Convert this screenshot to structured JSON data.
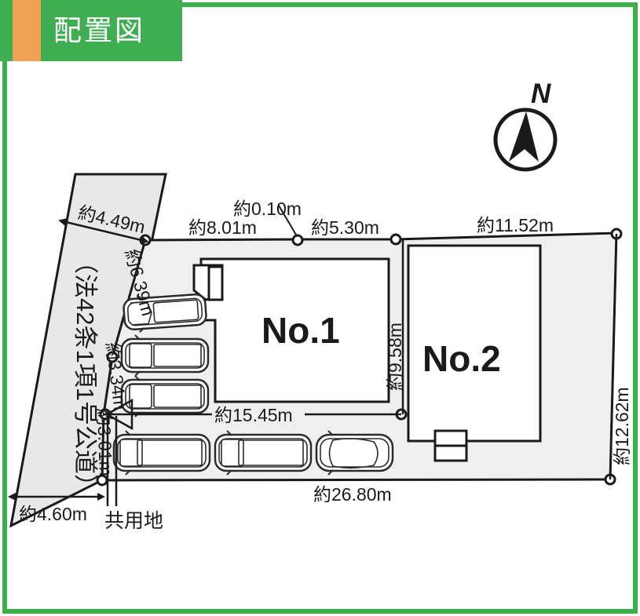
{
  "header": {
    "title": "配置図",
    "banner_color": "#3fae52",
    "stripe_color": "#eda253",
    "frame_color": "#3aaf4a"
  },
  "compass": {
    "north_letter": "N",
    "icon": "compass-north-arrow-icon"
  },
  "parcels": [
    {
      "id": "no1",
      "label": "No.1"
    },
    {
      "id": "no2",
      "label": "No.2"
    }
  ],
  "road": {
    "label": "（法42条1項1号公道）",
    "fill_color": "#e8e8e8"
  },
  "notes": {
    "common_land": "共用地"
  },
  "dimensions": {
    "top_left_diag": "約4.49m",
    "top_a": "約8.01m",
    "top_gap": "約0.10m",
    "top_b": "約5.30m",
    "top_c": "約11.52m",
    "left_upper": "約6.39m",
    "left_mid": "約3.34m",
    "left_lower": "約3.01m",
    "road_bottom": "約4.60m",
    "inner_vertical": "約9.58m",
    "right_vertical": "約12.62m",
    "inner_horizontal": "約15.45m",
    "bottom_total": "約26.80m"
  },
  "colors": {
    "site_fill": "#eef0ee",
    "building_fill": "#ffffff",
    "line": "#1a1a1a"
  }
}
